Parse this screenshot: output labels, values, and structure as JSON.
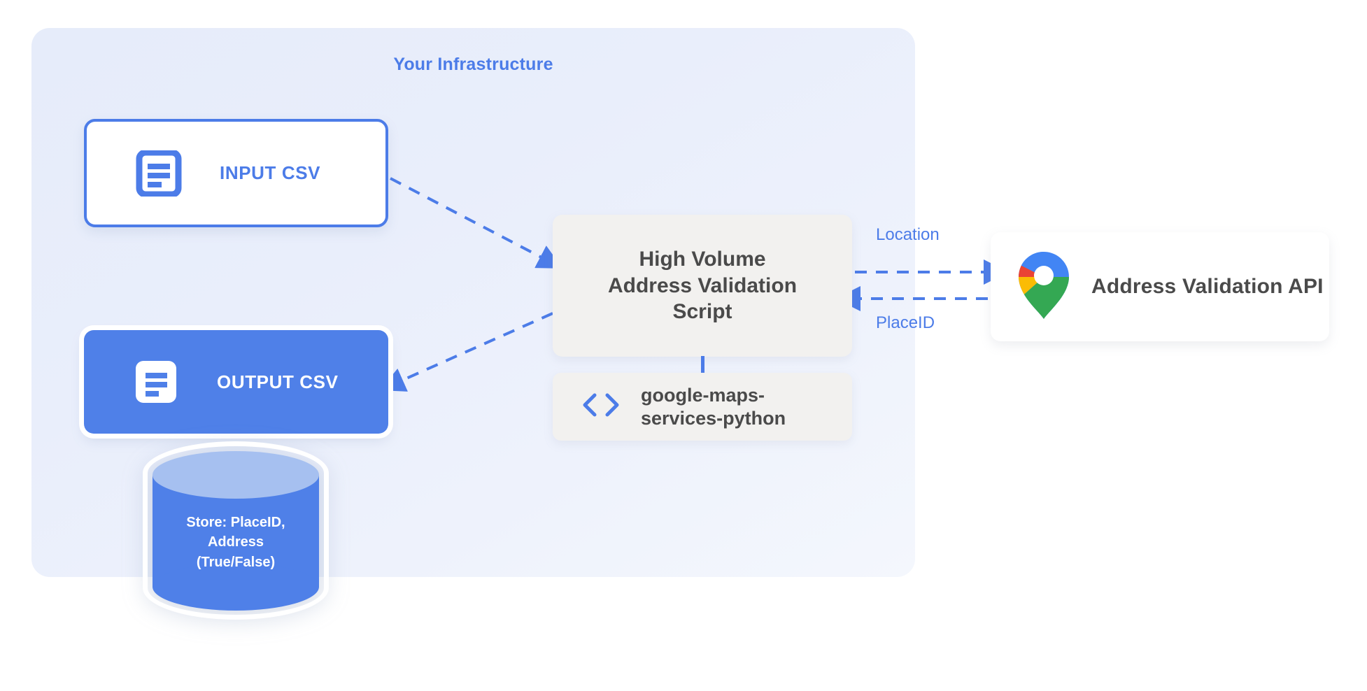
{
  "panel": {
    "title": "Your Infrastructure",
    "accent_color": "#4c7ce8",
    "background_color": "#e8edfa"
  },
  "nodes": {
    "input_csv": {
      "label": "INPUT CSV",
      "icon": "document-icon",
      "style": "outlined",
      "border_color": "#4c7ce8",
      "text_color": "#4c7ce8",
      "fill_color": "#ffffff"
    },
    "output_csv": {
      "label": "OUTPUT CSV",
      "icon": "document-icon",
      "style": "filled",
      "fill_color": "#4f80e8",
      "text_color": "#ffffff"
    },
    "script": {
      "lines": [
        "High Volume",
        "Address Validation",
        "Script"
      ],
      "fill_color": "#f2f1ef",
      "text_color": "#4a4a4a"
    },
    "library": {
      "lines": [
        "google-maps-",
        "services-python"
      ],
      "icon": "code-brackets-icon",
      "icon_color": "#4c7ce8",
      "fill_color": "#f2f1ef",
      "text_color": "#4a4a4a"
    },
    "api": {
      "label": "Address Validation API",
      "icon": "google-maps-pin-icon",
      "fill_color": "#ffffff",
      "text_color": "#4a4a4a"
    },
    "database": {
      "lines": [
        "Store: PlaceID,",
        "Address",
        "(True/False)"
      ],
      "body_color": "#4f80e8",
      "top_color": "#a6c0f0",
      "text_color": "#ffffff"
    }
  },
  "edges": {
    "location_label": "Location",
    "placeid_label": "PlaceID",
    "line_color": "#4c7ce8",
    "style": "dashed"
  }
}
